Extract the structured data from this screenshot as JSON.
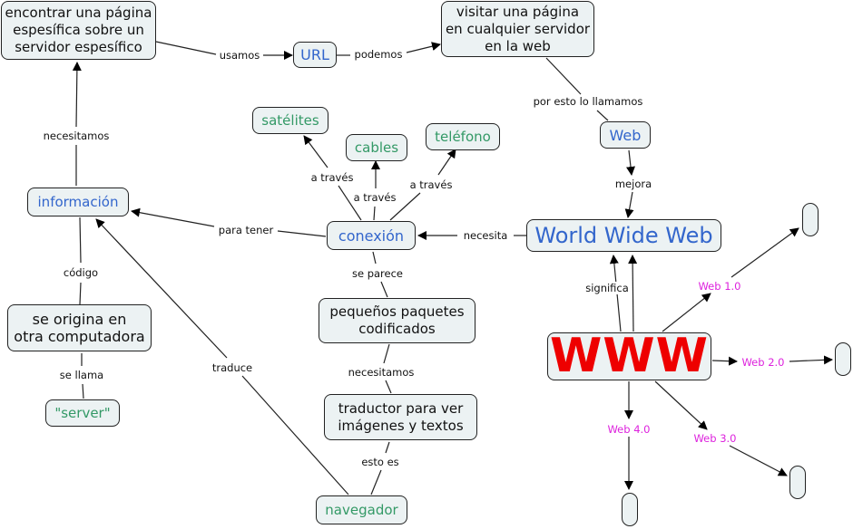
{
  "nodes": {
    "encontrar": "encontrar una página\nespesífica sobre un\nservidor espesífico",
    "url": "URL",
    "visitar": "visitar una página\nen cualquier servidor\nen la web",
    "web": "Web",
    "www_full": "World Wide Web",
    "www": "WWW",
    "informacion": "información",
    "satelites": "satélites",
    "cables": "cables",
    "telefono": "teléfono",
    "conexion": "conexión",
    "se_origina": "se origina en\notra computadora",
    "server": "\"server\"",
    "paquetes": "pequeños paquetes\ncodificados",
    "traductor": "traductor para ver\nimágenes y textos",
    "navegador": "navegador",
    "empty_web1": "",
    "empty_web2": "",
    "empty_web3": "",
    "empty_web4": ""
  },
  "links": {
    "usamos": "usamos",
    "podemos": "podemos",
    "por_esto": "por esto lo llamamos",
    "mejora": "mejora",
    "necesita": "necesita",
    "significa": "significa",
    "necesitamos_top": "necesitamos",
    "para_tener": "para tener",
    "a_traves_1": "a través",
    "a_traves_2": "a través",
    "a_traves_3": "a través",
    "codigo": "código",
    "se_llama": "se llama",
    "traduce": "traduce",
    "se_parece": "se parece",
    "necesitamos_mid": "necesitamos",
    "esto_es": "esto es",
    "web10": "Web 1.0",
    "web20": "Web 2.0",
    "web30": "Web 3.0",
    "web40": "Web 4.0"
  },
  "colors": {
    "node_bg": "#ecf2f3",
    "concept_blue": "#3366cc",
    "concept_green": "#339966",
    "www_red": "#ee0000",
    "version_magenta": "#dd22dd"
  }
}
